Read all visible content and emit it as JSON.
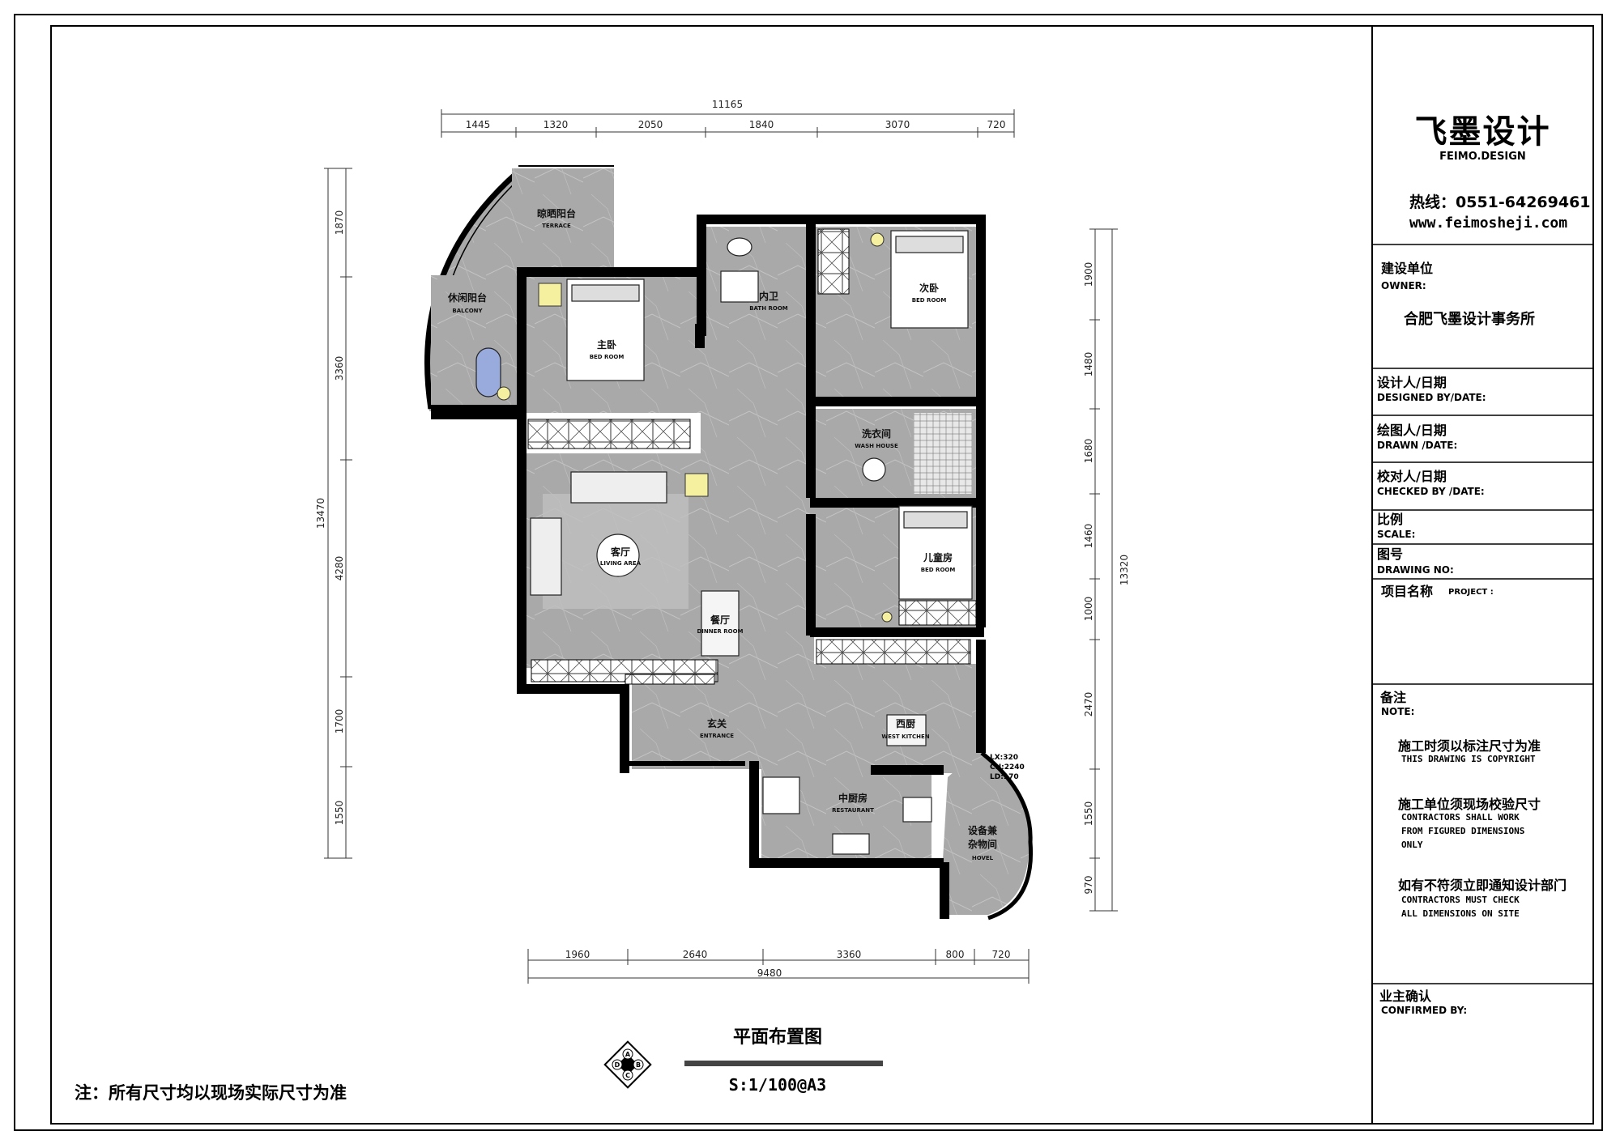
{
  "plan": {
    "dims_top_total": "11165",
    "dims_top": [
      "1445",
      "1320",
      "2050",
      "1840",
      "3070",
      "720"
    ],
    "dims_left_total": "13470",
    "dims_left": [
      "1870",
      "3360",
      "4280",
      "1700",
      "1550"
    ],
    "dims_right_total": "13320",
    "dims_right": [
      "1900",
      "1480",
      "1680",
      "1460",
      "1000",
      "2470",
      "1550",
      "970"
    ],
    "dims_bottom_total": "9480",
    "dims_bottom": [
      "1960",
      "2640",
      "3360",
      "800",
      "720"
    ],
    "rooms": [
      {
        "zh": "晾晒阳台",
        "en": "TERRACE"
      },
      {
        "zh": "休闲阳台",
        "en": "BALCONY"
      },
      {
        "zh": "主卧",
        "en": "BED ROOM"
      },
      {
        "zh": "内卫",
        "en": "BATH ROOM"
      },
      {
        "zh": "次卧",
        "en": "BED ROOM"
      },
      {
        "zh": "洗衣间",
        "en": "WASH HOUSE"
      },
      {
        "zh": "客厅",
        "en": "LIVING AREA"
      },
      {
        "zh": "餐厅",
        "en": "DINNER ROOM"
      },
      {
        "zh": "儿童房",
        "en": "BED ROOM"
      },
      {
        "zh": "玄关",
        "en": "ENTRANCE"
      },
      {
        "zh": "西厨",
        "en": "WEST KITCHEN"
      },
      {
        "zh": "中厨房",
        "en": "RESTAURANT"
      },
      {
        "zh": "设备兼",
        "en": "杂物间"
      }
    ],
    "hovel_en": "HOVEL",
    "level_marks": [
      "LX:320",
      "CH:2240",
      "LD:170"
    ],
    "title": "平面布置图",
    "scale": "S:1/100@A3",
    "compass": [
      "A",
      "B",
      "C",
      "D"
    ],
    "footnote": "注：所有尺寸均以现场实际尺寸为准"
  },
  "titleblock": {
    "company_zh": "飞墨设计",
    "company_en": "FEIMO.DESIGN",
    "hotline": "热线：0551-64269461",
    "website": "www.feimosheji.com",
    "owner_zh": "建设单位",
    "owner_en": "OWNER:",
    "owner_value": "合肥飞墨设计事务所",
    "designed_zh": "设计人/日期",
    "designed_en": "DESIGNED BY/DATE:",
    "drawn_zh": "绘图人/日期",
    "drawn_en": "DRAWN /DATE:",
    "checked_zh": "校对人/日期",
    "checked_en": "CHECKED BY /DATE:",
    "scale_zh": "比例",
    "scale_en": "SCALE:",
    "drawingno_zh": "图号",
    "drawingno_en": "DRAWING NO:",
    "project_zh": "项目名称",
    "project_en": "PROJECT :",
    "note_zh": "备注",
    "note_en": "NOTE:",
    "notes": [
      {
        "zh": "施工时须以标注尺寸为准",
        "en": [
          "THIS DRAWING IS COPYRIGHT"
        ]
      },
      {
        "zh": "施工单位须现场校验尺寸",
        "en": [
          "CONTRACTORS SHALL WORK",
          "FROM FIGURED DIMENSIONS",
          "ONLY"
        ]
      },
      {
        "zh": "如有不符须立即通知设计部门",
        "en": [
          "CONTRACTORS MUST CHECK",
          "ALL DIMENSIONS ON SITE"
        ]
      }
    ],
    "confirmed_zh": "业主确认",
    "confirmed_en": "CONFIRMED BY:"
  }
}
